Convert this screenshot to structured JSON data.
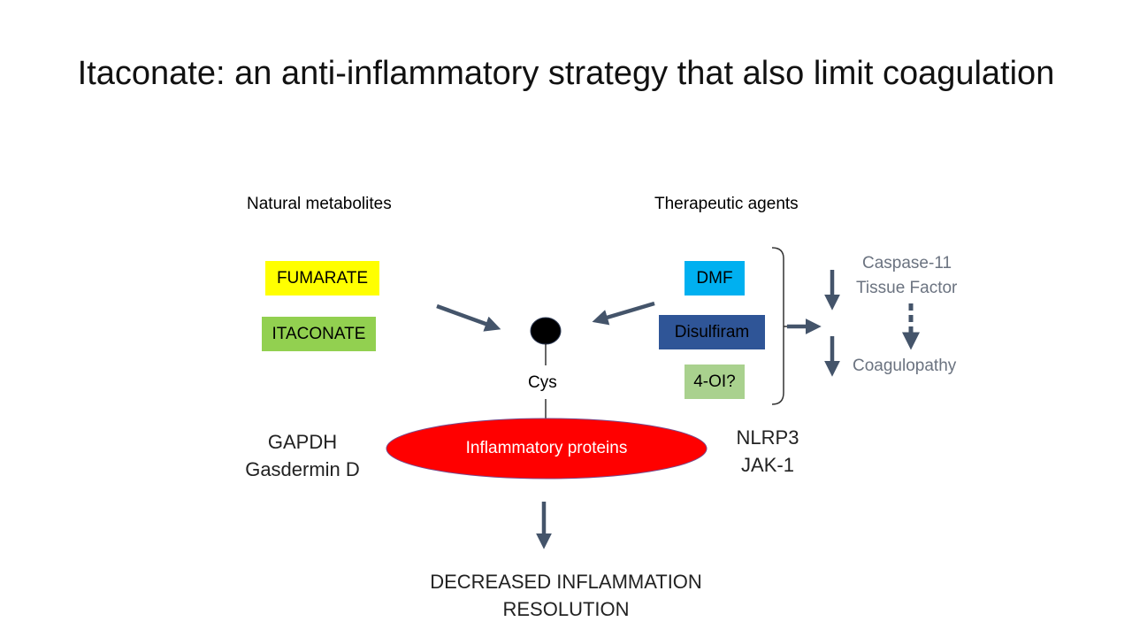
{
  "title": "Itaconate: an anti-inflammatory strategy that also limit coagulation",
  "headers": {
    "natural": "Natural metabolites",
    "therapeutic": "Therapeutic agents"
  },
  "natural_metabolites": [
    {
      "label": "FUMARATE",
      "color": "#ffff00"
    },
    {
      "label": "ITACONATE",
      "color": "#92d050"
    }
  ],
  "therapeutic_agents": [
    {
      "label": "DMF",
      "color": "#00b0f0"
    },
    {
      "label": "Disulfiram",
      "color": "#2f5597"
    },
    {
      "label": "4-OI?",
      "color": "#a9d18e"
    }
  ],
  "target": {
    "residue": "Cys",
    "proteins": "Inflammatory proteins",
    "protein_color": "#ff0000"
  },
  "left_examples": [
    "GAPDH",
    "Gasdermin D"
  ],
  "right_examples": [
    "NLRP3",
    "JAK-1"
  ],
  "coagulation": {
    "line1": "Caspase-11",
    "line2": "Tissue Factor",
    "outcome": "Coagulopathy"
  },
  "result": {
    "line1": "DECREASED INFLAMMATION",
    "line2": "RESOLUTION"
  },
  "arrow_color": "#44546a"
}
